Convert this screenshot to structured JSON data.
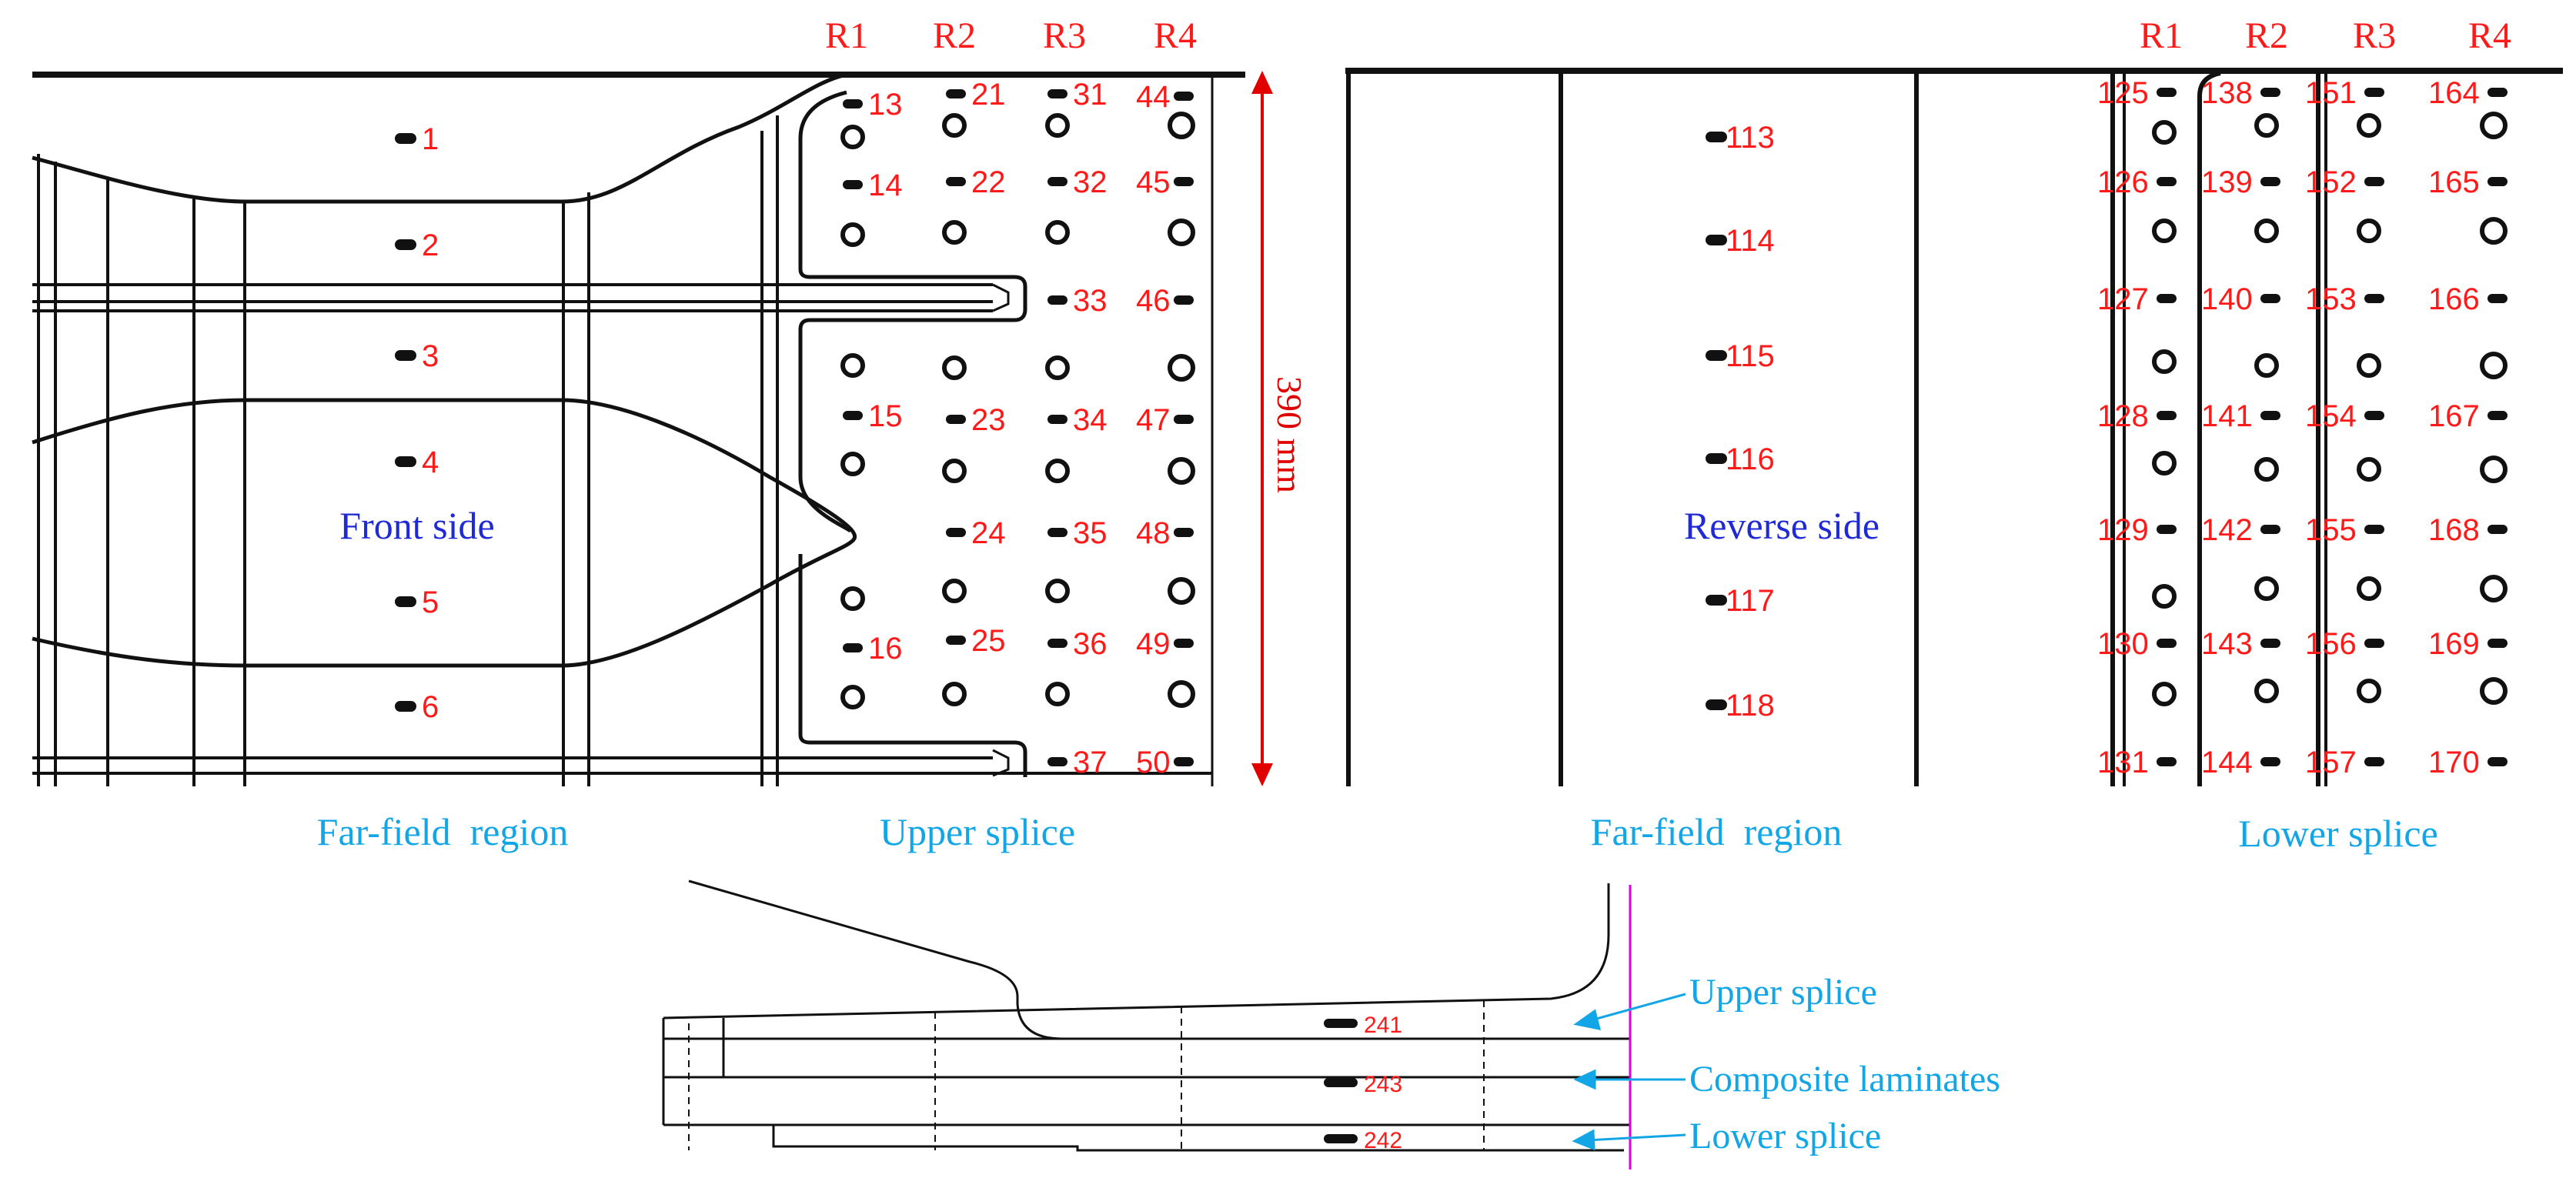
{
  "colors": {
    "structure": "#111111",
    "gauge_label": "#ff1a1a",
    "row_label": "#ff1a1a",
    "side_label": "#1f2ad6",
    "region_label": "#12a6e6",
    "section_label": "#12a6e6",
    "arrow": "#12a6e6",
    "dimension": "#e00000",
    "edge_line": "#e000e0"
  },
  "front": {
    "side_label": "Front side",
    "row_labels": [
      "R1",
      "R2",
      "R3",
      "R4"
    ],
    "region_labels": {
      "far_field": "Far-field  region",
      "splice": "Upper splice"
    },
    "dimension_label": "390 mm",
    "farfield_gauges": [
      "1",
      "2",
      "3",
      "4",
      "5",
      "6"
    ],
    "splice_gauges": [
      "13",
      "14",
      "15",
      "16",
      "21",
      "22",
      "23",
      "24",
      "25",
      "31",
      "32",
      "33",
      "34",
      "35",
      "36",
      "37",
      "44",
      "45",
      "46",
      "47",
      "48",
      "49",
      "50"
    ]
  },
  "reverse": {
    "side_label": "Reverse side",
    "row_labels": [
      "R1",
      "R2",
      "R3",
      "R4"
    ],
    "region_labels": {
      "far_field": "Far-field  region",
      "splice": "Lower splice"
    },
    "farfield_gauges": [
      "113",
      "114",
      "115",
      "116",
      "117",
      "118"
    ],
    "splice_gauges": [
      "125",
      "126",
      "127",
      "128",
      "129",
      "130",
      "131",
      "138",
      "139",
      "140",
      "141",
      "142",
      "143",
      "144",
      "151",
      "152",
      "153",
      "154",
      "155",
      "156",
      "157",
      "164",
      "165",
      "166",
      "167",
      "168",
      "169",
      "170"
    ]
  },
  "section": {
    "labels": [
      "Upper splice",
      "Composite laminates",
      "Lower splice"
    ],
    "gauges": [
      "241",
      "243",
      "242"
    ]
  }
}
